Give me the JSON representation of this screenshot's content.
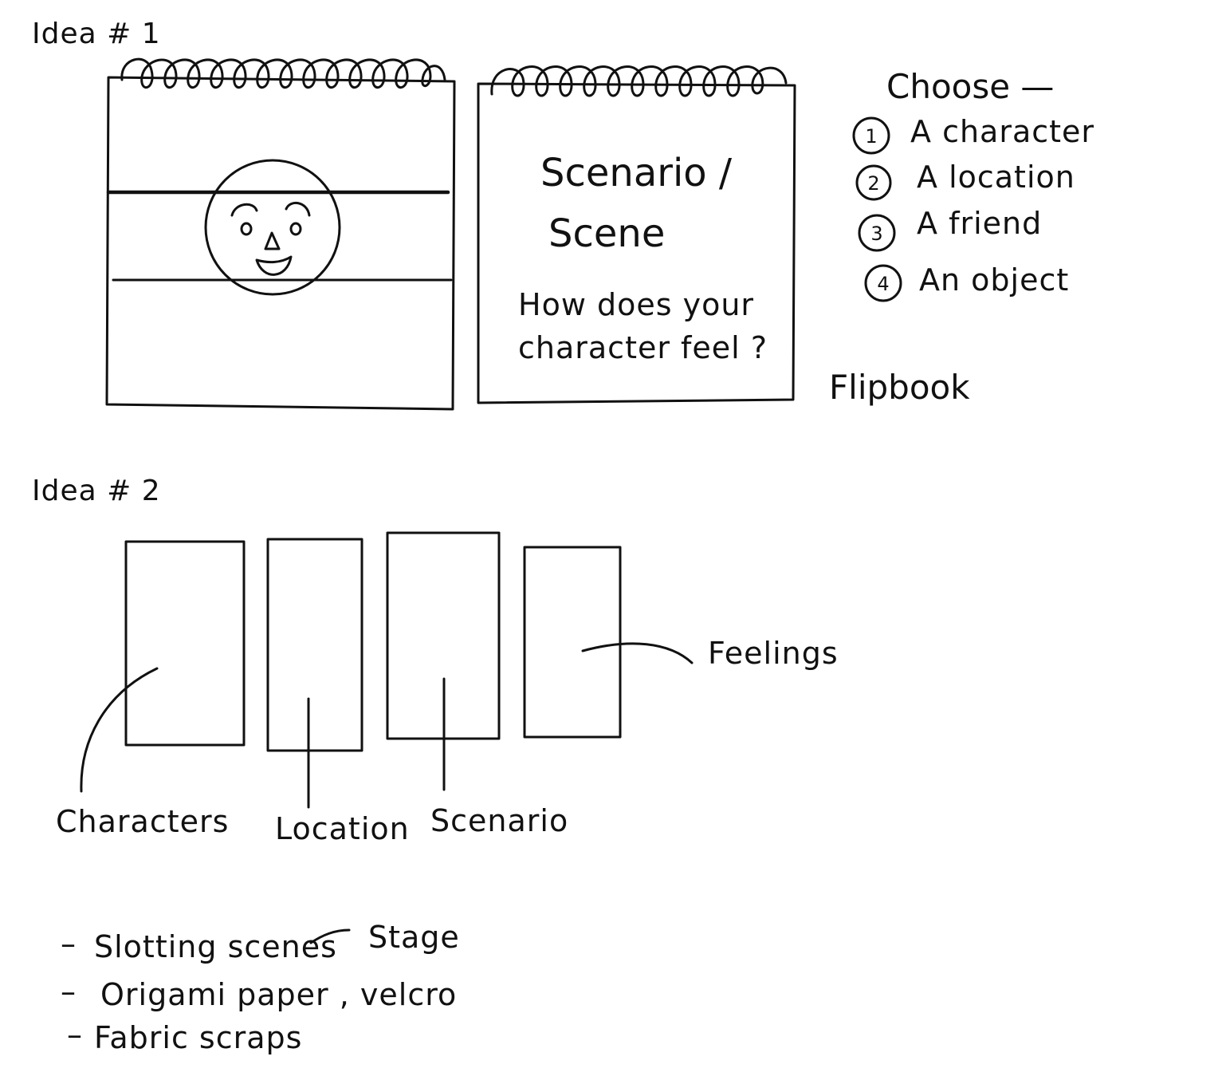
{
  "idea1": {
    "heading": "Idea # 1",
    "notepad2_title_line1": "Scenario /",
    "notepad2_title_line2": "Scene",
    "notepad2_question_line1": "How does your",
    "notepad2_question_line2": "character feel ?",
    "choose_heading": "Choose —",
    "choices": [
      {
        "num": "1",
        "label": "A character"
      },
      {
        "num": "2",
        "label": "A location"
      },
      {
        "num": "3",
        "label": "A friend"
      },
      {
        "num": "4",
        "label": "An object"
      }
    ],
    "flipbook_label": "Flipbook"
  },
  "idea2": {
    "heading": "Idea # 2",
    "cards": [
      {
        "label": "Characters"
      },
      {
        "label": "Location"
      },
      {
        "label": "Scenario"
      },
      {
        "label": "Feelings"
      }
    ],
    "notes": [
      {
        "bullet": "–",
        "text": "Slotting scenes"
      },
      {
        "bullet": "–",
        "text": "Origami paper ,  velcro"
      },
      {
        "bullet": "–",
        "text": "Fabric scraps"
      }
    ],
    "stage_label": "Stage"
  },
  "colors": {
    "ink": "#111111",
    "paper": "#ffffff"
  }
}
